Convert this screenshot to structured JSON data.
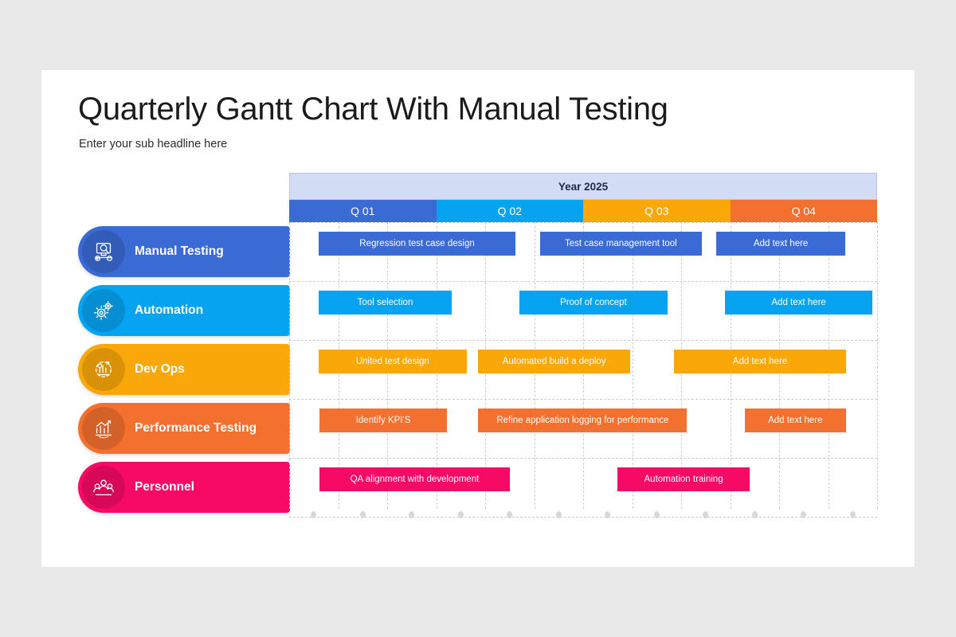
{
  "slide": {
    "title": "Quarterly Gantt Chart With Manual Testing",
    "subtitle": "Enter your sub headline here",
    "background": "#e8e8e9",
    "card_background": "#ffffff"
  },
  "timeline": {
    "year_label": "Year 2025",
    "year_band_color": "#d2dcf5",
    "months_total": 12,
    "quarters": [
      {
        "label": "Q 01",
        "color": "#3a6ad4"
      },
      {
        "label": "Q 02",
        "color": "#06a4f0"
      },
      {
        "label": "Q 03",
        "color": "#faa70a"
      },
      {
        "label": "Q 04",
        "color": "#f4702e"
      }
    ],
    "grid_dot_count": 12,
    "grid_color": "#cdcdcd",
    "dot_color": "#d8d8d8"
  },
  "chart_data": {
    "type": "bar",
    "chart_kind": "gantt",
    "title": "Quarterly Gantt Chart With Manual Testing",
    "subtitle": "Enter your sub headline here",
    "xlabel": "Year 2025",
    "ylabel": "",
    "x_unit": "month",
    "xlim": [
      0,
      12
    ],
    "categories": [
      "Manual Testing",
      "Automation",
      "Dev Ops",
      "Performance Testing",
      "Personnel"
    ],
    "tick_labels": [
      "Q 01",
      "Q 02",
      "Q 03",
      "Q 04"
    ],
    "grid": true,
    "legend": false,
    "series": [
      {
        "name": "Manual Testing",
        "color": "#3a6ad4",
        "icon": "manual-testing-icon",
        "tasks": [
          {
            "label": "Regression test case design",
            "start": 0.6,
            "end": 4.62
          },
          {
            "label": "Test case management tool",
            "start": 5.12,
            "end": 8.42
          },
          {
            "label": "Add text here",
            "start": 8.72,
            "end": 11.35
          }
        ]
      },
      {
        "name": "Automation",
        "color": "#06a4f0",
        "icon": "automation-gears-icon",
        "tasks": [
          {
            "label": "Tool selection",
            "start": 0.6,
            "end": 3.32
          },
          {
            "label": "Proof of concept",
            "start": 4.7,
            "end": 7.72
          },
          {
            "label": "Add text here",
            "start": 8.9,
            "end": 11.9
          }
        ]
      },
      {
        "name": "Dev Ops",
        "color": "#faa70a",
        "icon": "devops-icon",
        "tasks": [
          {
            "label": "United test design",
            "start": 0.6,
            "end": 3.62
          },
          {
            "label": "Automated build a deploy",
            "start": 3.86,
            "end": 6.96
          },
          {
            "label": "Add text here",
            "start": 7.86,
            "end": 11.36
          }
        ]
      },
      {
        "name": "Performance Testing",
        "color": "#f4702e",
        "icon": "performance-chart-icon",
        "tasks": [
          {
            "label": "Identify KPI'S",
            "start": 0.62,
            "end": 3.22
          },
          {
            "label": "Refine application logging for performance",
            "start": 3.86,
            "end": 8.12
          },
          {
            "label": "Add text here",
            "start": 9.3,
            "end": 11.36
          }
        ]
      },
      {
        "name": "Personnel",
        "color": "#f70a65",
        "icon": "personnel-team-icon",
        "tasks": [
          {
            "label": "QA alignment with development",
            "start": 0.62,
            "end": 4.5
          },
          {
            "label": "Automation training",
            "start": 6.7,
            "end": 9.4
          }
        ]
      }
    ]
  }
}
